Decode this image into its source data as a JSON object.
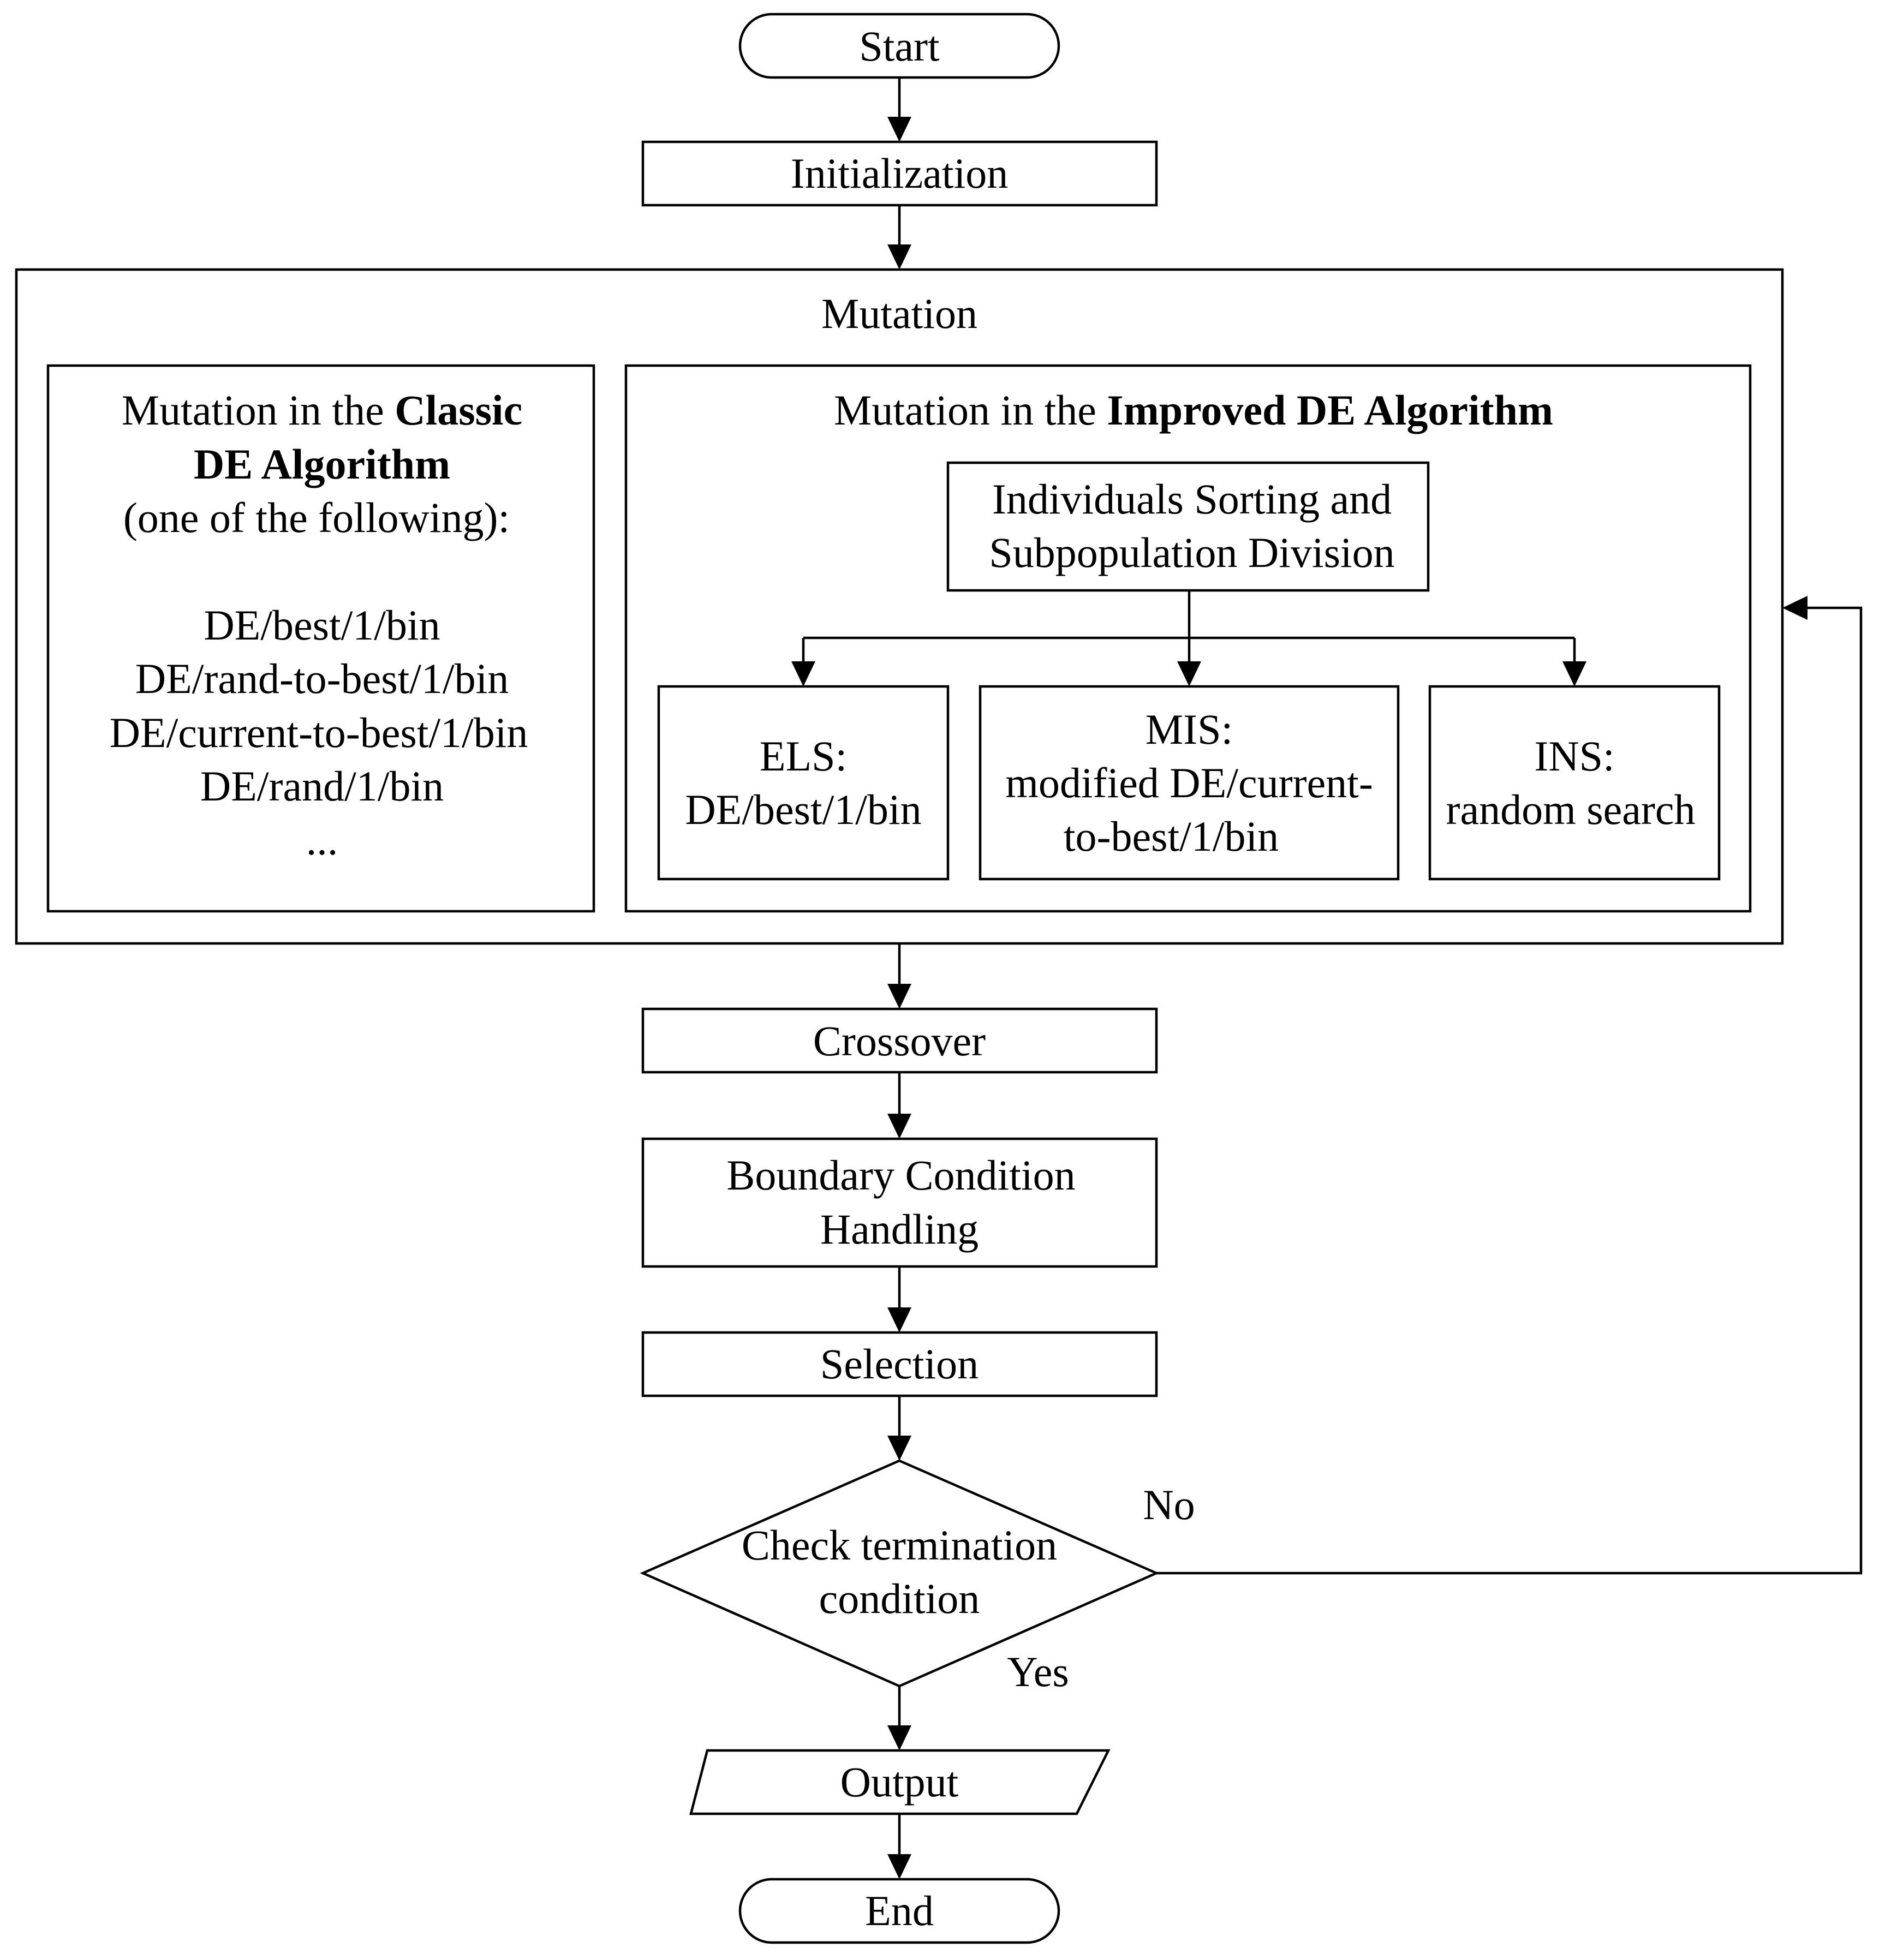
{
  "diagram": {
    "start": "Start",
    "initialization": "Initialization",
    "mutation": {
      "title": "Mutation",
      "classic": {
        "title_prefix": "Mutation in the ",
        "title_bold_1": "Classic",
        "title_bold_2": "DE Algorithm",
        "subtitle": "(one of the following):",
        "strategies": [
          "DE/best/1/bin",
          "DE/rand-to-best/1/bin",
          "DE/current-to-best/1/bin",
          "DE/rand/1/bin",
          "..."
        ]
      },
      "improved": {
        "title_prefix": "Mutation in the ",
        "title_bold": "Improved DE Algorithm",
        "sorting": {
          "line1": "Individuals Sorting and",
          "line2": "Subpopulation Division"
        },
        "els": {
          "line1": "ELS:",
          "line2": "DE/best/1/bin"
        },
        "mis": {
          "line1": "MIS:",
          "line2": "modified DE/current-",
          "line3": "to-best/1/bin"
        },
        "ins": {
          "line1": "INS:",
          "line2": "random search"
        }
      }
    },
    "crossover": "Crossover",
    "boundary": {
      "line1": "Boundary Condition",
      "line2": "Handling"
    },
    "selection": "Selection",
    "check": {
      "line1": "Check termination",
      "line2": "condition"
    },
    "no_label": "No",
    "yes_label": "Yes",
    "output": "Output",
    "end": "End"
  }
}
